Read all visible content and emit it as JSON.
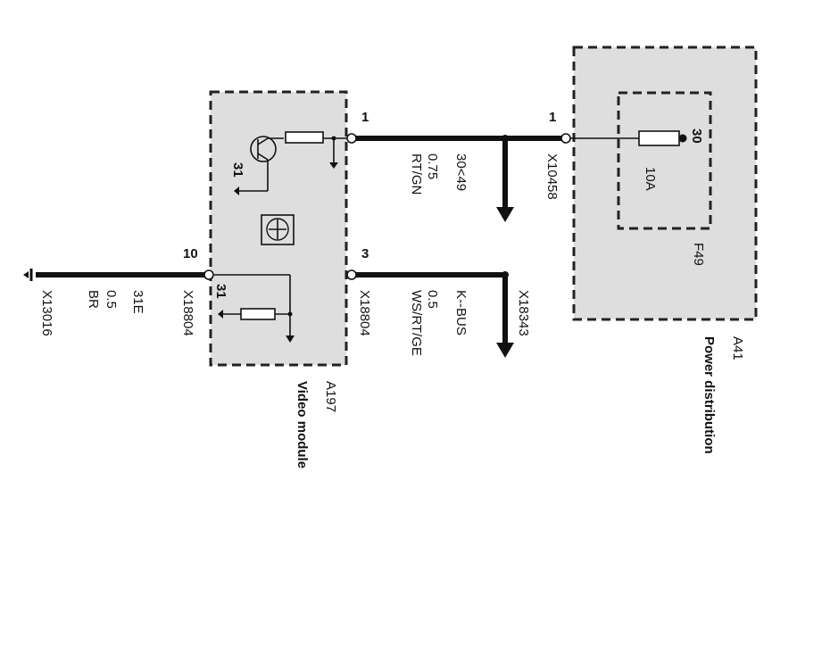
{
  "modules": {
    "power_distribution": {
      "id": "A41",
      "name": "Power distribution"
    },
    "video_module": {
      "id": "A197",
      "name": "Video module"
    }
  },
  "fuse": {
    "id": "F49",
    "rating": "10A",
    "terminal": "30"
  },
  "connectors": {
    "x10458": {
      "name": "X10458",
      "pin": "1"
    },
    "x18804_top": {
      "name": "X18804",
      "pin": "1"
    },
    "x18804_kbus": {
      "name": "X18804",
      "pin": "3"
    },
    "x18804_gnd": {
      "name": "X18804",
      "pin": "10"
    },
    "x18343": {
      "name": "X18343"
    },
    "x13016": {
      "name": "X13016"
    }
  },
  "wires": {
    "power": {
      "circuit": "30<49",
      "gauge": "0.75",
      "color": "RT/GN"
    },
    "kbus": {
      "circuit": "K--BUS",
      "gauge": "0.5",
      "color": "WS/RT/GE"
    },
    "ground": {
      "circuit": "31E",
      "gauge": "0.5",
      "color": "BR"
    }
  },
  "internal": {
    "ground_a": "31",
    "ground_b": "31"
  }
}
